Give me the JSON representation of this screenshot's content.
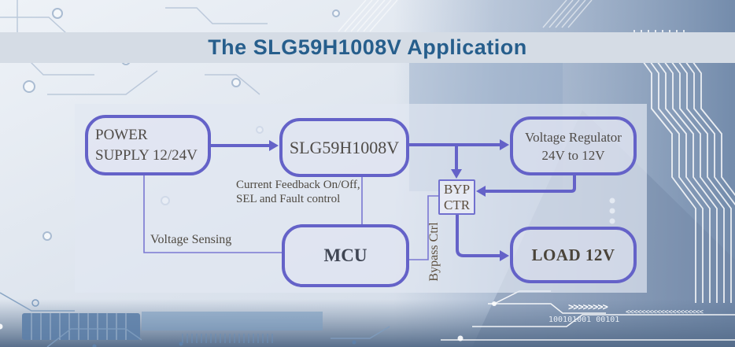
{
  "title": "The SLG59H1008V Application",
  "colors": {
    "accent_border": "#6462c8",
    "title_text": "#265e8c",
    "title_band_bg": "#d5dce5",
    "node_label_text": "#4f4b47"
  },
  "diagram": {
    "power": {
      "line1": "POWER",
      "line2": "SUPPLY 12/24V"
    },
    "slg": {
      "label": "SLG59H1008V"
    },
    "vreg": {
      "line1": "Voltage Regulator",
      "line2": "24V to 12V"
    },
    "mcu": {
      "label": "MCU"
    },
    "byp": {
      "line1": "BYP",
      "line2": "CTR"
    },
    "load": {
      "label": "LOAD 12V"
    },
    "labels": {
      "current_feedback_1": "Current Feedback On/Off,",
      "current_feedback_2": "SEL and Fault control",
      "voltage_sensing": "Voltage Sensing",
      "bypass_ctrl": "Bypass Ctrl"
    },
    "connections": [
      "POWER SUPPLY 12/24V -> SLG59H1008V",
      "SLG59H1008V -> Voltage Regulator 24V to 12V",
      "SLG59H1008V -> BYP CTR",
      "Voltage Regulator 24V to 12V -> BYP CTR",
      "BYP CTR -> LOAD 12V",
      "SLG59H1008V -- MCU : Current Feedback On/Off, SEL and Fault control",
      "POWER SUPPLY 12/24V -- MCU : Voltage Sensing",
      "MCU -- BYP CTR : Bypass Ctrl"
    ]
  },
  "background": {
    "binary_text": "100101001 00101",
    "chevrons_forward": ">>>>>>>>",
    "chevrons_back": "<<<<<<<<<<<<<<<<<<<<"
  }
}
